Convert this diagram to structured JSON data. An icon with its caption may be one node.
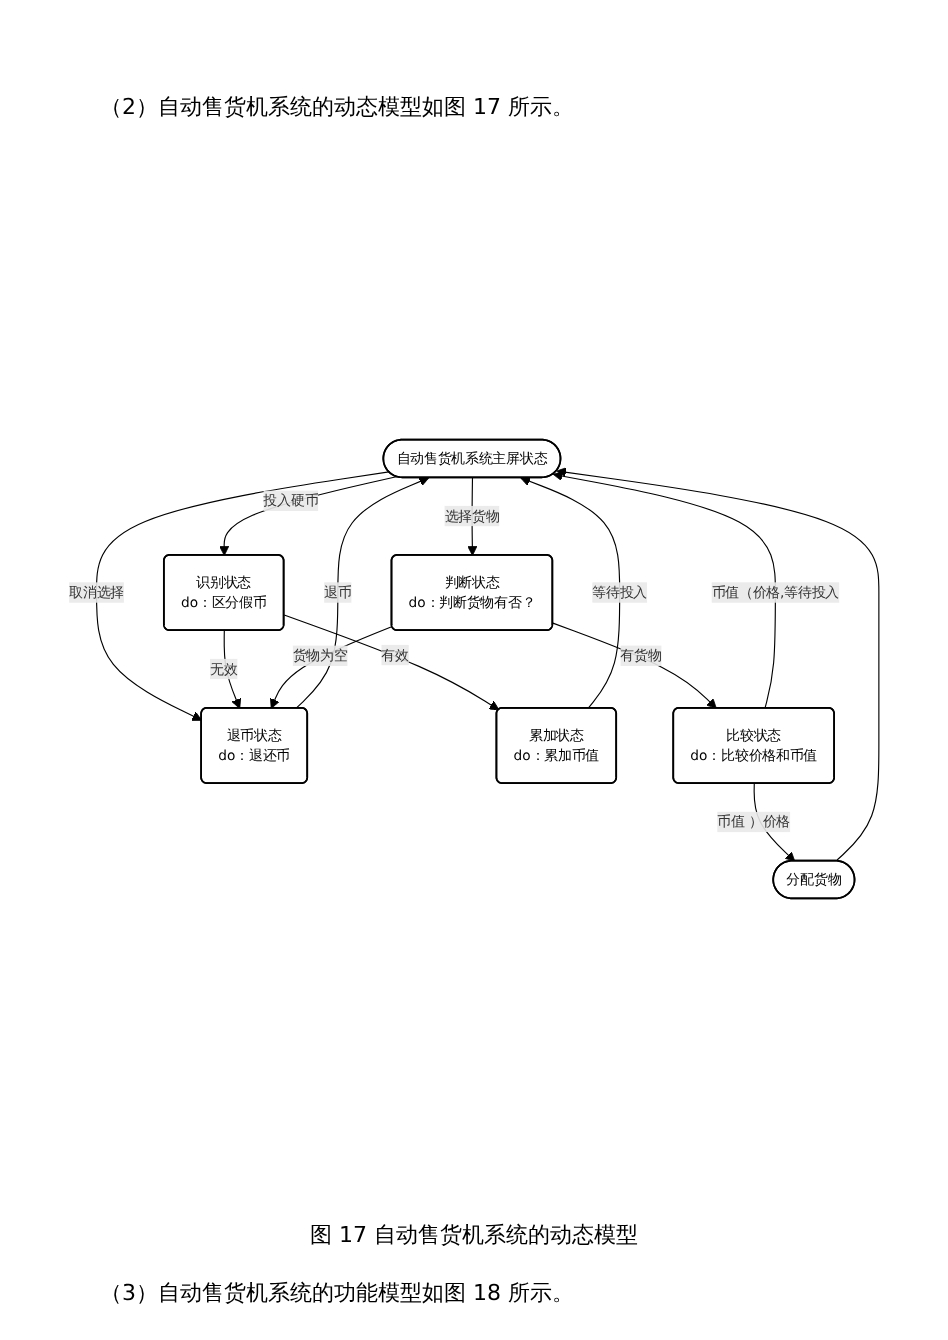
{
  "diagram": {
    "caption": "图 17 自动售货机系统的动态模型",
    "nodes": [
      {
        "text": [
          "自动售货机系统主屏状态"
        ]
      },
      {
        "text": [
          "识别状态",
          "do：区分假币"
        ]
      },
      {
        "text": [
          "退币状态",
          "do：退还币"
        ]
      },
      {
        "text": [
          "判断状态",
          "do：判断货物有否？"
        ]
      },
      {
        "text": [
          "累加状态",
          "do：累加币值"
        ]
      },
      {
        "text": [
          "比较状态",
          "do：比较价格和币值"
        ]
      },
      {
        "text": [
          "分配货物"
        ]
      }
    ],
    "edges": [
      {
        "from": 0,
        "to": 1,
        "arrow": "to",
        "label": "投入硬币"
      },
      {
        "from": 0,
        "to": 2,
        "arrow": "to",
        "label": "取消选择"
      },
      {
        "from": 0,
        "to": 3,
        "arrow": "to",
        "label": "选择货物"
      },
      {
        "from": 1,
        "to": 2,
        "arrow": "to",
        "label": "无效"
      },
      {
        "from": 2,
        "to": 0,
        "arrow": "to",
        "label": "退币"
      },
      {
        "from": 1,
        "to": 4,
        "arrow": "to",
        "label": "有效"
      },
      {
        "from": 3,
        "to": 2,
        "arrow": "to",
        "label": "货物为空"
      },
      {
        "from": 3,
        "to": 5,
        "arrow": "to",
        "label": "有货物"
      },
      {
        "from": 4,
        "to": 0,
        "arrow": "to",
        "label": "等待投入"
      },
      {
        "from": 5,
        "to": 0,
        "arrow": "to",
        "label": "币值（价格,等待投入"
      },
      {
        "from": 5,
        "to": 6,
        "arrow": "to",
        "label": "币值 ）价格"
      },
      {
        "from": 6,
        "to": 0,
        "arrow": "to"
      }
    ],
    "labels": [
      "（2）自动售货机系统的动态模型如图 17 所示。",
      "（3）自动售货机系统的功能模型如图 18 所示。"
    ]
  }
}
